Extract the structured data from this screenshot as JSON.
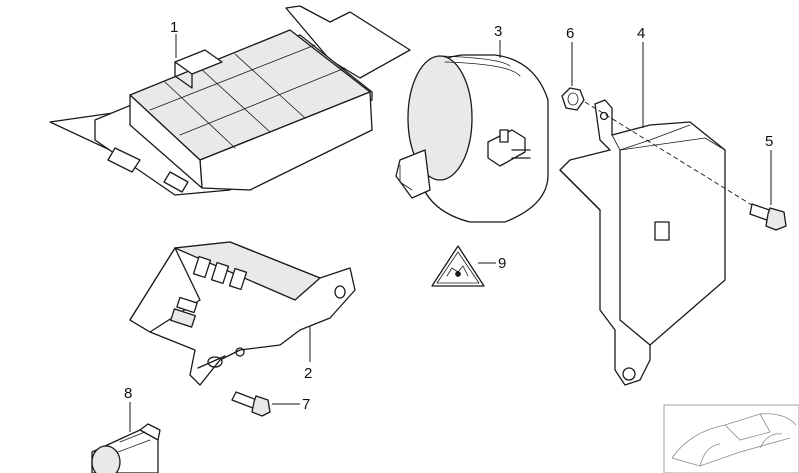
{
  "callouts": [
    {
      "id": "1",
      "label": "1"
    },
    {
      "id": "2",
      "label": "2"
    },
    {
      "id": "3",
      "label": "3"
    },
    {
      "id": "4",
      "label": "4"
    },
    {
      "id": "5",
      "label": "5"
    },
    {
      "id": "6",
      "label": "6"
    },
    {
      "id": "7",
      "label": "7"
    },
    {
      "id": "8",
      "label": "8"
    },
    {
      "id": "9",
      "label": "9"
    }
  ],
  "colors": {
    "line": "#1a1a1a",
    "background": "#ffffff",
    "thumbnail": "#8a8a8a"
  },
  "icons": [
    "warning-triangle-icon",
    "vehicle-thumbnail-icon"
  ]
}
